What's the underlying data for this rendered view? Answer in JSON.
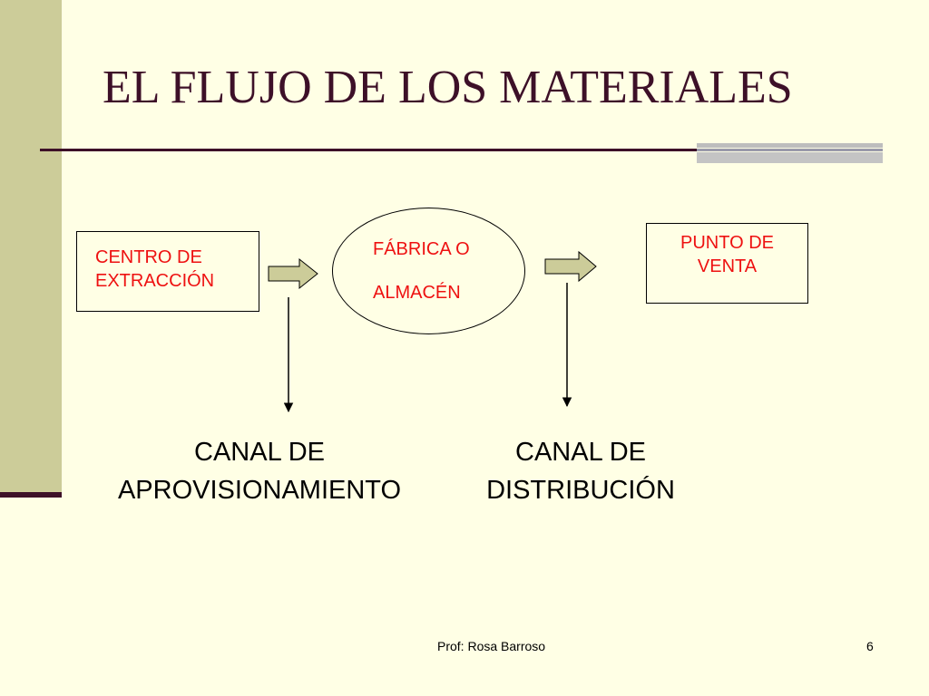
{
  "slide": {
    "title": "EL FLUJO DE LOS MATERIALES",
    "footer_author": "Prof: Rosa Barroso",
    "page_number": "6"
  },
  "diagram": {
    "nodes": [
      {
        "id": "centro",
        "shape": "rectangle",
        "lines": [
          "CENTRO DE",
          "EXTRACCIÓN"
        ]
      },
      {
        "id": "fabrica",
        "shape": "ellipse",
        "lines": [
          "FÁBRICA O",
          "ALMACÉN"
        ]
      },
      {
        "id": "punto",
        "shape": "rectangle",
        "lines": [
          "PUNTO DE",
          "VENTA"
        ]
      }
    ],
    "edges": [
      {
        "from": "centro",
        "to": "fabrica",
        "style": "block-arrow"
      },
      {
        "from": "fabrica",
        "to": "punto",
        "style": "block-arrow"
      }
    ],
    "channels": [
      {
        "id": "aprovisionamiento",
        "lines": [
          "CANAL DE",
          "APROVISIONAMIENTO"
        ],
        "points_from": "centro-fabrica"
      },
      {
        "id": "distribucion",
        "lines": [
          "CANAL DE",
          "DISTRIBUCIÓN"
        ],
        "points_from": "fabrica-punto"
      }
    ]
  },
  "colors": {
    "background": "#ffffe5",
    "sidebar": "#cccc99",
    "title": "#3d1028",
    "node_text": "#ee1111",
    "block_arrow_fill": "#cccc99"
  }
}
